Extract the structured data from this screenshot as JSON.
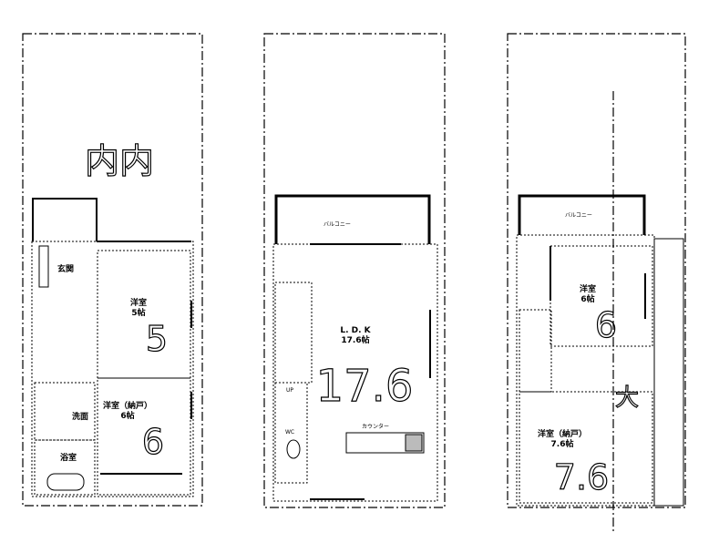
{
  "floor1": {
    "handwritten_title": "内内",
    "rooms": [
      {
        "label": "洋室",
        "size": "5帖",
        "handwritten": "5"
      },
      {
        "label": "洋室（納戸）",
        "size": "6帖",
        "handwritten": "6"
      }
    ],
    "entrance": "玄関",
    "washroom": "洗面",
    "bathroom": "浴室"
  },
  "floor2": {
    "balcony": "バルコニー",
    "room": {
      "label": "L. D. K",
      "size": "17.6帖",
      "handwritten": "17.6"
    },
    "stairs": "UP",
    "toilet": "WC",
    "counter": "カウンター"
  },
  "floor3": {
    "balcony": "バルコニー",
    "rooms": [
      {
        "label": "洋室",
        "size": "6帖",
        "handwritten": "6"
      },
      {
        "label": "洋室（納戸）",
        "size": "7.6帖",
        "handwritten": "7.6"
      }
    ],
    "handwritten_note": "大"
  }
}
